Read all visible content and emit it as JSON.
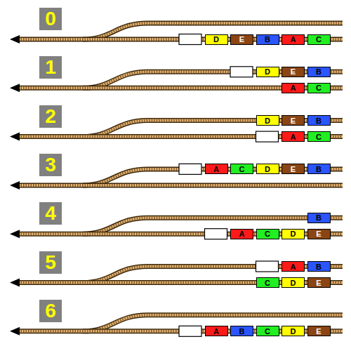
{
  "diagram": {
    "nodes": [
      {
        "text": [
          "0"
        ]
      },
      {
        "text": [
          "D"
        ]
      },
      {
        "text": [
          "E"
        ]
      },
      {
        "text": [
          "B"
        ]
      },
      {
        "text": [
          "A"
        ]
      },
      {
        "text": [
          "C"
        ]
      },
      {
        "text": [
          "1"
        ]
      },
      {
        "text": [
          "D"
        ]
      },
      {
        "text": [
          "E"
        ]
      },
      {
        "text": [
          "B"
        ]
      },
      {
        "text": [
          "A"
        ]
      },
      {
        "text": [
          "C"
        ]
      },
      {
        "text": [
          "2"
        ]
      },
      {
        "text": [
          "D"
        ]
      },
      {
        "text": [
          "E"
        ]
      },
      {
        "text": [
          "B"
        ]
      },
      {
        "text": [
          "A"
        ]
      },
      {
        "text": [
          "C"
        ]
      },
      {
        "text": [
          "3"
        ]
      },
      {
        "text": [
          "A"
        ]
      },
      {
        "text": [
          "C"
        ]
      },
      {
        "text": [
          "D"
        ]
      },
      {
        "text": [
          "E"
        ]
      },
      {
        "text": [
          "B"
        ]
      },
      {
        "text": [
          "4"
        ]
      },
      {
        "text": [
          "B"
        ]
      },
      {
        "text": [
          "A"
        ]
      },
      {
        "text": [
          "C"
        ]
      },
      {
        "text": [
          "D"
        ]
      },
      {
        "text": [
          "E"
        ]
      },
      {
        "text": [
          "5"
        ]
      },
      {
        "text": [
          "A"
        ]
      },
      {
        "text": [
          "B"
        ]
      },
      {
        "text": [
          "C"
        ]
      },
      {
        "text": [
          "D"
        ]
      },
      {
        "text": [
          "E"
        ]
      },
      {
        "text": [
          "6"
        ]
      },
      {
        "text": [
          "A"
        ]
      },
      {
        "text": [
          "B"
        ]
      },
      {
        "text": [
          "C"
        ]
      },
      {
        "text": [
          "D"
        ]
      },
      {
        "text": [
          "E"
        ]
      }
    ]
  }
}
